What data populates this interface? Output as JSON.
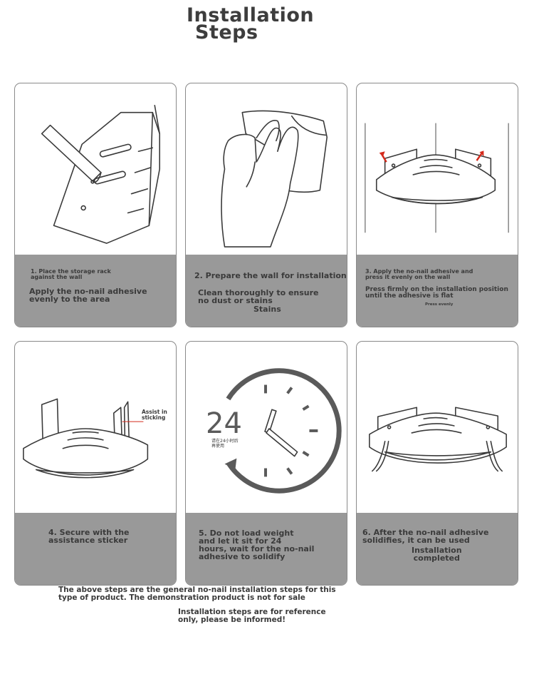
{
  "title": {
    "line1": "Installation",
    "line2": "Steps"
  },
  "steps": [
    {
      "step_label": "1. Place the storage rack\n against the wall",
      "desc": "Apply the no-nail adhesive\n evenly to the area"
    },
    {
      "step_label": "2. Prepare the wall for installation",
      "desc": "Clean thoroughly to ensure\n no dust or stains",
      "extra": "Stains"
    },
    {
      "step_label": "3. Apply the no-nail adhesive and\n press it evenly on the wall",
      "desc": "Press firmly on the installation position\n until the adhesive is flat",
      "extra": "Press evenly"
    },
    {
      "step_label": "4. Secure with the\n assistance sticker",
      "callout": "Assist in\nsticking"
    },
    {
      "step_label": "5. Do not load weight\n and let it sit for 24\nhours, wait for the no-nail\n adhesive to solidify",
      "clock_number": "24",
      "clock_caption": "请在24小时后\n再使用"
    },
    {
      "step_label": "6. After the no-nail adhesive\n solidifies, it can be used",
      "desc": "Installation\ncompleted"
    }
  ],
  "footer": {
    "note": "The above steps are the general no-nail installation steps for this\n type of product. The demonstration product is not for sale",
    "reference": "Installation steps are for reference\n only, please be informed!"
  },
  "colors": {
    "panel": "#999999",
    "line": "#3a3a3a",
    "arrow": "#d42a1c"
  }
}
